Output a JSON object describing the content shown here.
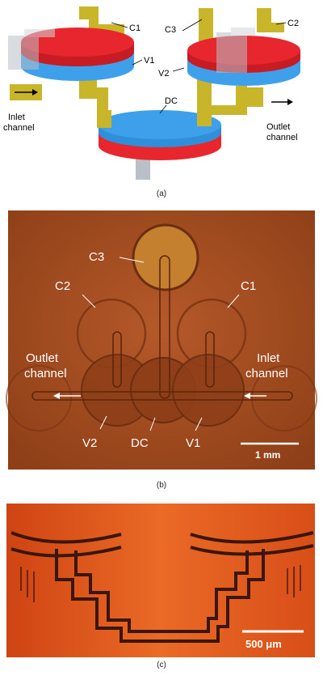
{
  "figure": {
    "panel_a": {
      "caption": "(a)",
      "labels": {
        "c1": "C1",
        "c2": "C2",
        "c3": "C3",
        "v1": "V1",
        "v2": "V2",
        "dc": "DC",
        "inlet_line1": "Inlet",
        "inlet_line2": "channel",
        "outlet_line1": "Outlet",
        "outlet_line2": "channel"
      },
      "colors": {
        "red": "#e8262e",
        "blue": "#3ea0ea",
        "gold": "#c9b52a",
        "grey": "#b9c0c8"
      }
    },
    "panel_b": {
      "caption": "(b)",
      "labels": {
        "c3": "C3",
        "c2": "C2",
        "c1": "C1",
        "outlet_line1": "Outlet",
        "outlet_line2": "channel",
        "inlet_line1": "Inlet",
        "inlet_line2": "channel",
        "v2": "V2",
        "dc": "DC",
        "v1": "V1"
      },
      "scale_bar": "1 mm",
      "colors": {
        "background": "#a34c1f"
      }
    },
    "panel_c": {
      "caption": "(c)",
      "scale_bar": "500 μm",
      "colors": {
        "background": "#e0531c"
      }
    }
  }
}
